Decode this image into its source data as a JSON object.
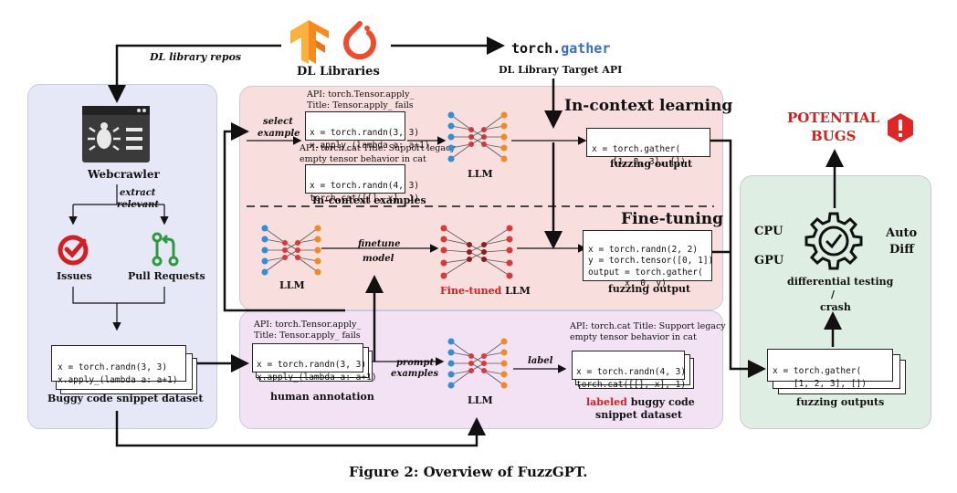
{
  "caption": "Figure 2: Overview of FuzzGPT.",
  "top": {
    "dl_library_repos": "DL library repos",
    "dl_libraries": "DL Libraries",
    "target_api_code": "torch.gather",
    "target_api_code_prefix": "torch.",
    "target_api_code_suffix": "gather",
    "target_api_label": "DL Library Target API"
  },
  "left_panel": {
    "webcrawler": "Webcrawler",
    "extract_relevant_1": "extract",
    "extract_relevant_2": "relevant",
    "issues": "Issues",
    "pull_requests": "Pull Requests",
    "snippet_line1": "x = torch.randn(3, 3)",
    "snippet_line2": "x.apply_(lambda a: a+1)",
    "dataset_label": "Buggy code snippet dataset"
  },
  "incontext": {
    "title": "In-context learning",
    "select_example_1": "select",
    "select_example_2": "example",
    "api1_line1": "API: torch.Tensor.apply_",
    "api1_line2": "Title: Tensor.apply_ fails",
    "code1_line1": "x = torch.randn(3, 3)",
    "code1_line2": "x.apply_(lambda a: a+1)",
    "api2_line1": "API: torch.cat Title: Support legacy",
    "api2_line2": "empty tensor behavior in cat",
    "code2_line1": "x = torch.randn(4, 3)",
    "code2_line2": "torch.cat([[], x], 1)",
    "examples_label": "In-context examples",
    "llm": "LLM",
    "out_line1": "x = torch.gather(",
    "out_line2": "    [1, 2, 3], [])",
    "output_label": "fuzzing output"
  },
  "finetune": {
    "title": "Fine-tuning",
    "llm": "LLM",
    "finetune_model_1": "finetune",
    "finetune_model_2": "model",
    "finetuned_red": "Fine-tuned",
    "finetuned_black": " LLM",
    "out_line1": "x = torch.randn(2, 2)",
    "out_line2": "y = torch.tensor([0, 1])",
    "out_line3": "output = torch.gather(",
    "out_line4": "       x, 0, y)",
    "output_label": "fuzzing output"
  },
  "annotation": {
    "api1_line1": "API: torch.Tensor.apply_",
    "api1_line2": "Title: Tensor.apply_ fails",
    "code1_line1": "x = torch.randn(3, 3)",
    "code1_line2": "x.apply_(lambda a: a+1)",
    "human_annotation": "human annotation",
    "prompt_examples_1": "prompt",
    "prompt_examples_2": "examples",
    "llm": "LLM",
    "label": "label",
    "api2_line1": "API: torch.cat Title: Support legacy",
    "api2_line2": "empty tensor behavior in cat",
    "code2_line1": "x = torch.randn(4, 3)",
    "code2_line2": "torch.cat([[], x], 1)",
    "labeled_red": "labeled",
    "labeled_black": " buggy code",
    "labeled_line2": "snippet dataset"
  },
  "right_panel": {
    "potential_1": "POTENTIAL",
    "potential_2": "BUGS",
    "cpu": "CPU",
    "gpu": "GPU",
    "auto": "Auto",
    "diff": "Diff",
    "diff_testing": "differential testing",
    "slash": "/",
    "crash": "crash",
    "out_line1": "x = torch.gather(",
    "out_line2": "    [1, 2, 3], [])",
    "output_label": "fuzzing outputs"
  },
  "colors": {
    "left_panel_bg": "#e6e8f8",
    "incontext_bg": "#f9dede",
    "annotation_bg": "#f3e1f4",
    "right_panel_bg": "#dfeee3",
    "red": "#d21f1f",
    "tf_orange": "#f58a1f",
    "pt_red": "#ee4c2c",
    "green": "#2e9a3e"
  }
}
